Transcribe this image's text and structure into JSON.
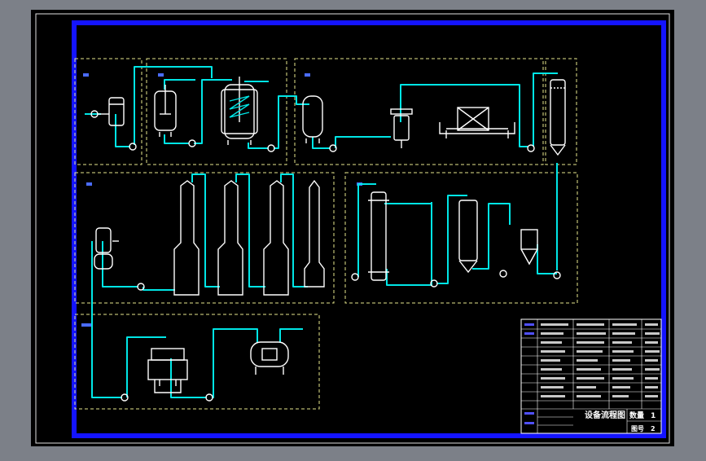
{
  "colors": {
    "background": "#000000",
    "frame_outer": "#e0e0e0",
    "frame_blue": "#1414ff",
    "zone_border": "#e6e68c",
    "pipe": "#00e6e6",
    "equipment": "#ffffff",
    "title_block_text": "#ffffff",
    "title_block_blue_text": "#5050ff",
    "section_label": "#4a6cff"
  },
  "title_block": {
    "drawing_title": "设备流程图",
    "quantity_label": "数量",
    "quantity_value": "1",
    "drawing_no_label": "图号",
    "drawing_no_value": "2"
  }
}
